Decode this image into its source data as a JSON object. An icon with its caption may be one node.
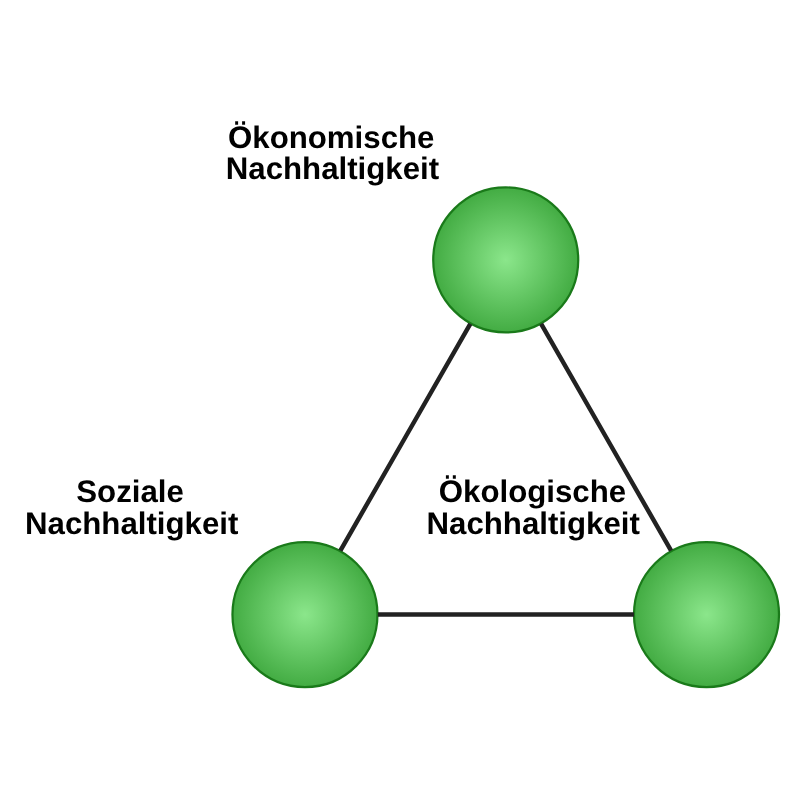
{
  "diagram": {
    "nodes": [
      {
        "text": [
          "Ökonomische Nachhaltigkeit"
        ]
      },
      {
        "text": [
          "Soziale Nachhaltigkeit"
        ]
      },
      {
        "text": [
          "Ökologische Nachhaltigkeit"
        ]
      }
    ],
    "edges": [
      {
        "from": 0,
        "to": 1,
        "arrow": "none"
      },
      {
        "from": 0,
        "to": 2,
        "arrow": "none"
      },
      {
        "from": 1,
        "to": 2,
        "arrow": "none"
      }
    ]
  }
}
